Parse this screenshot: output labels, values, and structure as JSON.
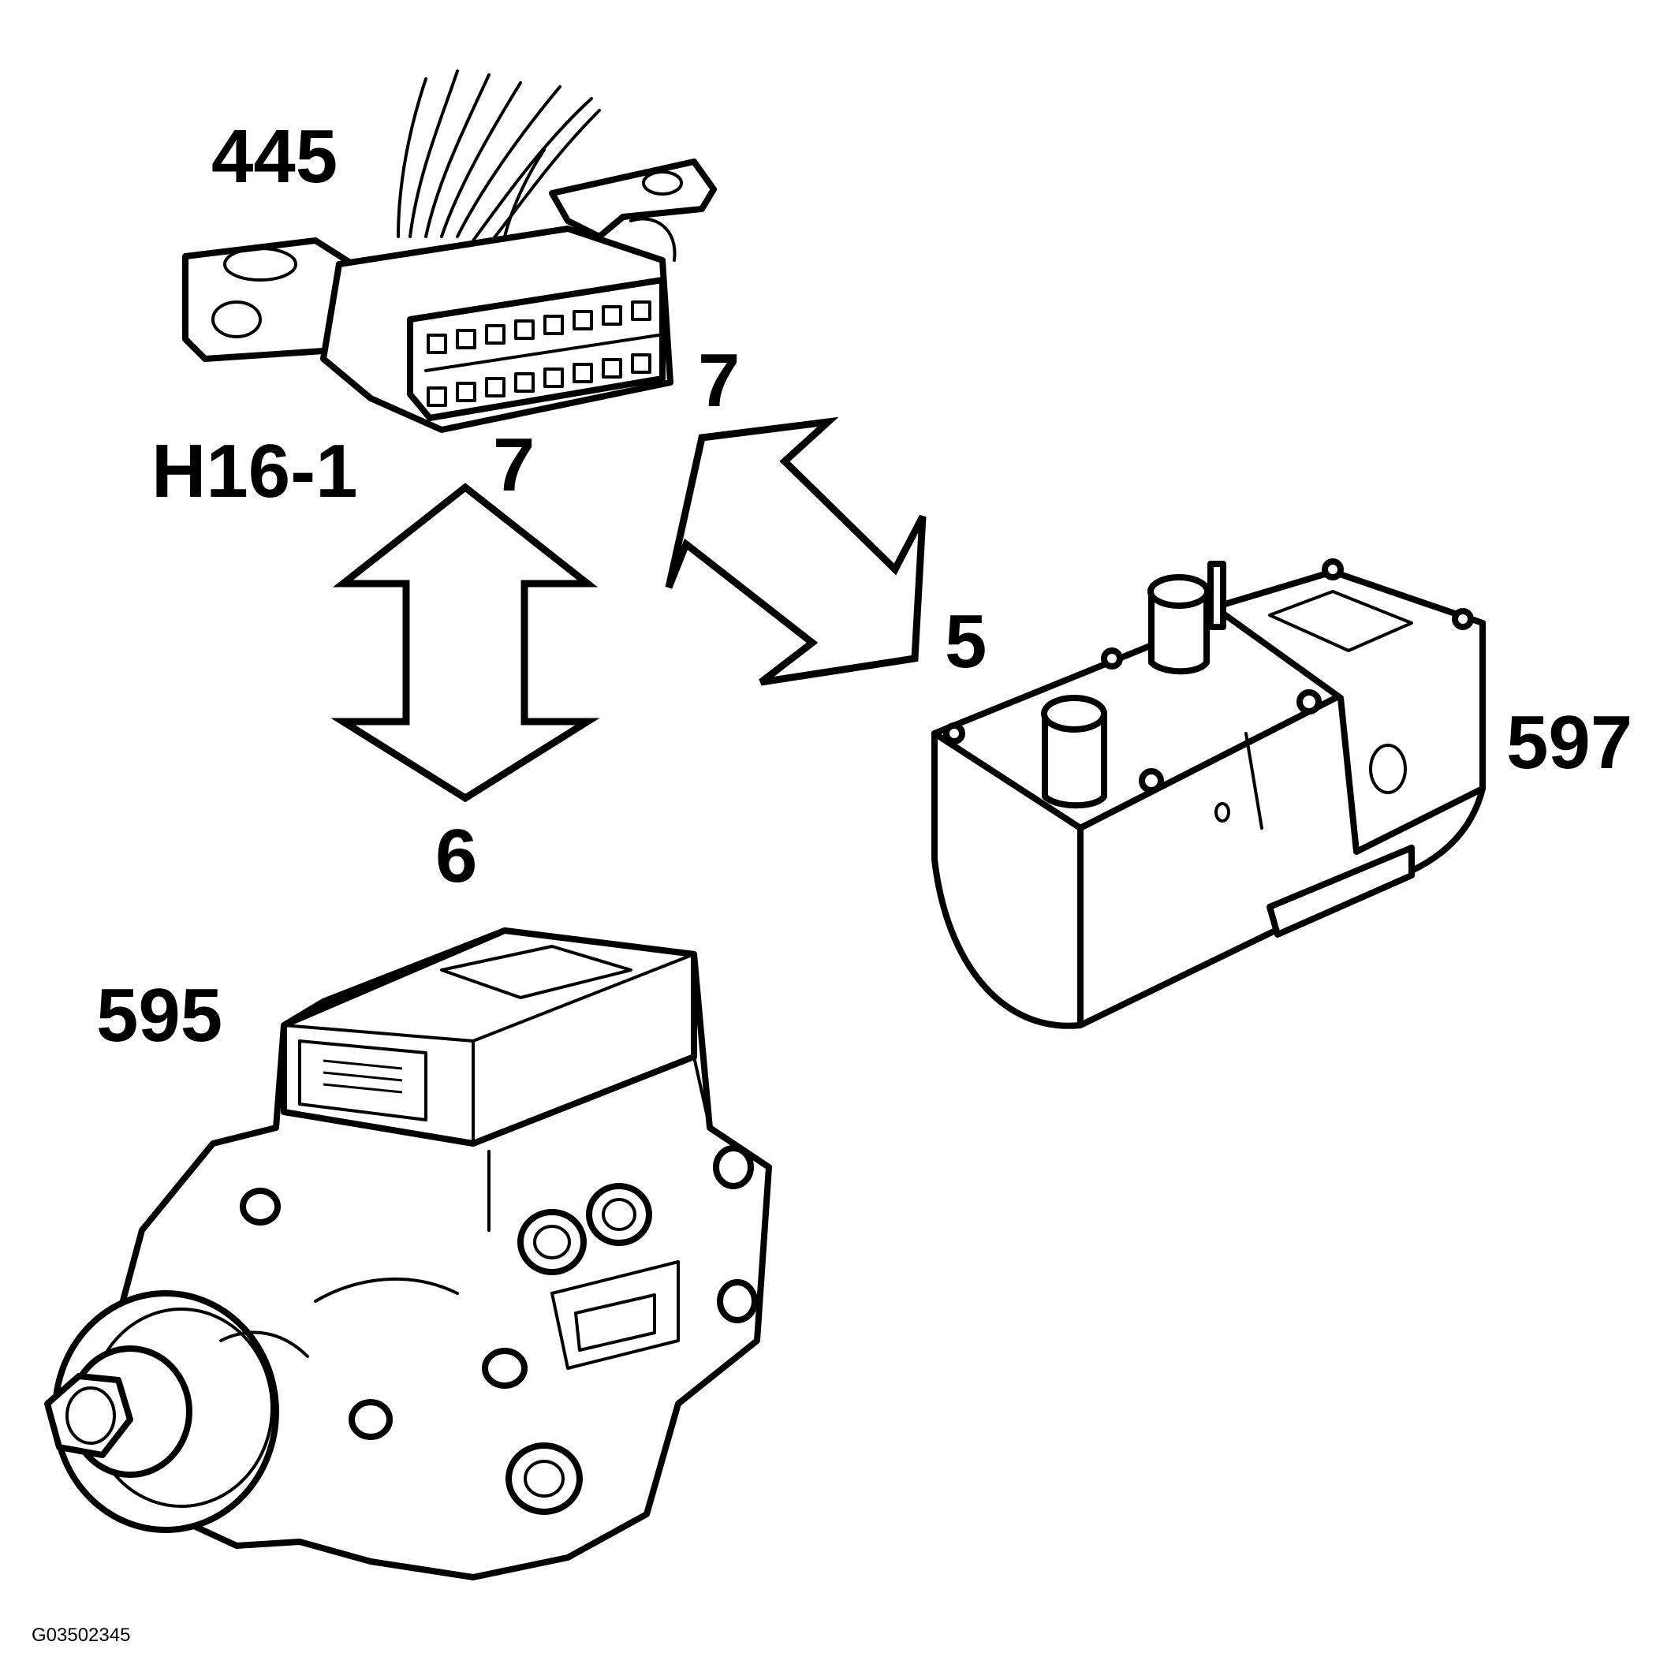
{
  "components": {
    "connector": {
      "callout": "445",
      "designation": "H16-1"
    },
    "pump": {
      "callout": "595"
    },
    "heater": {
      "callout": "597"
    }
  },
  "links": {
    "connector_to_pump": {
      "connector_pin": "7",
      "line": "6"
    },
    "connector_to_heater": {
      "connector_pin": "7",
      "line": "5"
    }
  },
  "figure_id": "G03502345"
}
